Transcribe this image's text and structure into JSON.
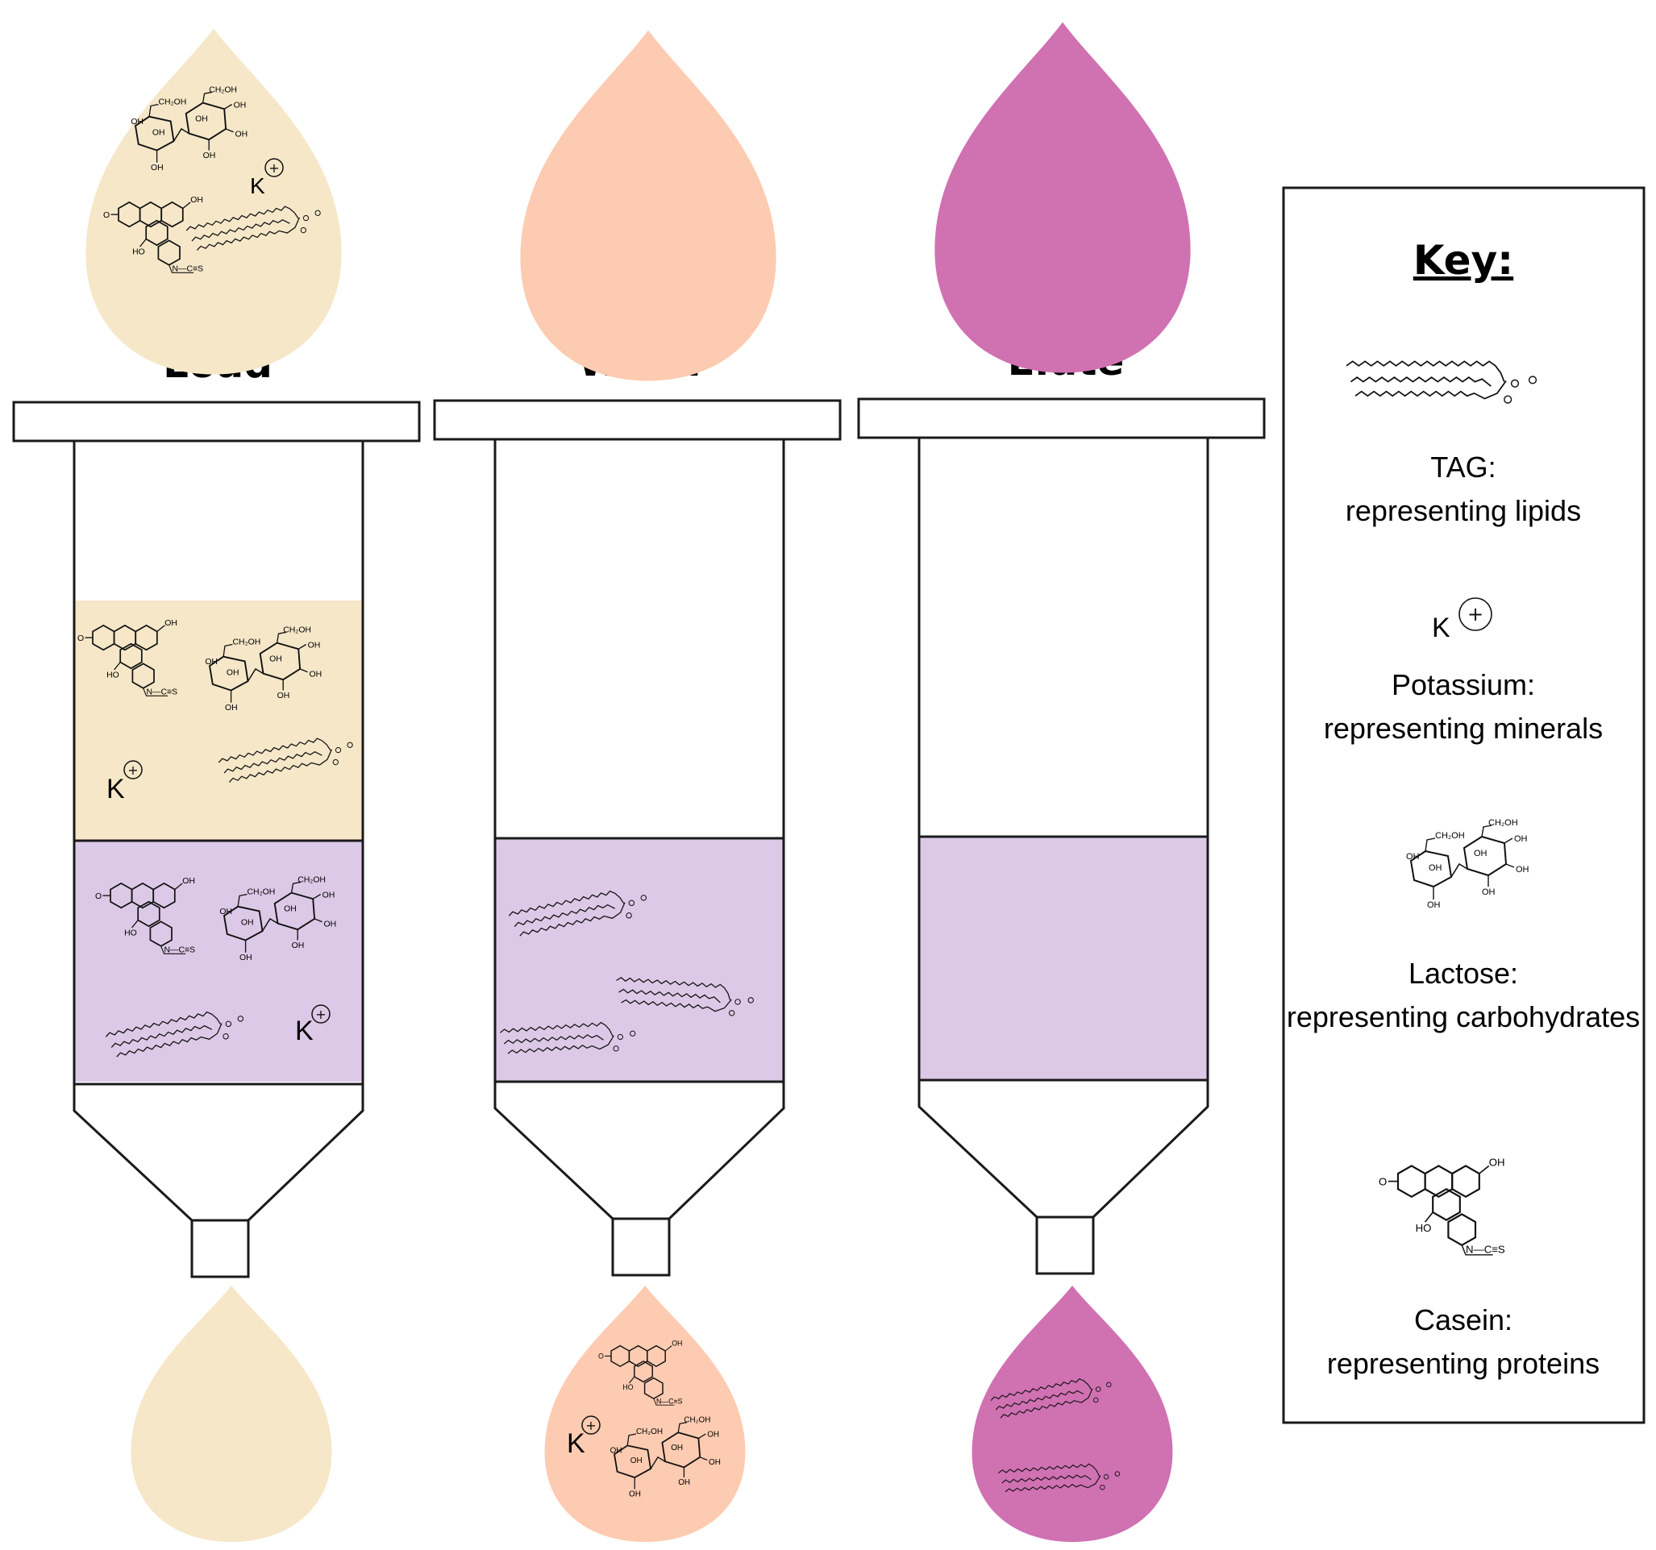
{
  "stages": [
    {
      "title": "Load"
    },
    {
      "title": "Wash"
    },
    {
      "title": "Elute"
    }
  ],
  "potassium_symbol": "K",
  "key": {
    "title": "Key:",
    "entries": [
      {
        "name": "TAG:",
        "desc": "representing lipids"
      },
      {
        "name": "Potassium:",
        "desc": "representing minerals"
      },
      {
        "name": "Lactose:",
        "desc": "representing carbohydrates"
      },
      {
        "name": "Casein:",
        "desc": "representing proteins"
      }
    ]
  },
  "colors": {
    "load": "#f5e7c8",
    "wash": "#fdcbb1",
    "elute": "#d071b2",
    "column_bed": "#dcc9e7",
    "outline": "#1a1a1a"
  }
}
